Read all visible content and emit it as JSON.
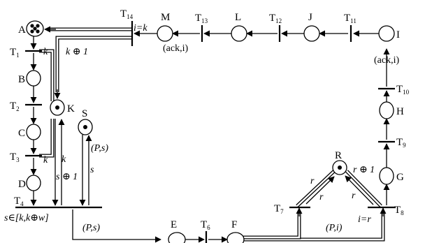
{
  "places": {
    "A": "A",
    "B": "B",
    "C": "C",
    "D": "D",
    "E": "E",
    "F": "F",
    "G": "G",
    "H": "H",
    "I": "I",
    "J": "J",
    "K": "K",
    "L": "L",
    "M": "M",
    "R": "R",
    "S": "S"
  },
  "transitions": {
    "t1": {
      "letter": "T",
      "num": "1"
    },
    "t2": {
      "letter": "T",
      "num": "2"
    },
    "t3": {
      "letter": "T",
      "num": "3"
    },
    "t4": {
      "letter": "T",
      "num": "4"
    },
    "t6": {
      "letter": "T",
      "num": "6"
    },
    "t7": {
      "letter": "T",
      "num": "7"
    },
    "t8": {
      "letter": "T",
      "num": "8"
    },
    "t9": {
      "letter": "T",
      "num": "9"
    },
    "t10": {
      "letter": "T",
      "num": "10"
    },
    "t11": {
      "letter": "T",
      "num": "11"
    },
    "t12": {
      "letter": "T",
      "num": "12"
    },
    "t13": {
      "letter": "T",
      "num": "13"
    },
    "t14": {
      "letter": "T",
      "num": "14"
    }
  },
  "arc_labels": {
    "k_t1": "k",
    "k_plus1": "k ⊕ 1",
    "guard_t14": "i=k",
    "ack_m": "(ack,i)",
    "ack_i": "(ack,i)",
    "k_t3": "k",
    "k_on_k": "k",
    "s_plus1": "s ⊕ 1",
    "s_label": "s",
    "ps_s": "(P,s)",
    "guard_t4": "s∈[k,k⊕w]",
    "ps_bottom": "(P,s)",
    "pi_bottom": "(P,i)",
    "r_t7_upper": "r",
    "r_t7_lower": "r",
    "r_t8": "r",
    "r_plus1": "r ⊕ 1",
    "guard_t8": "i=r"
  }
}
